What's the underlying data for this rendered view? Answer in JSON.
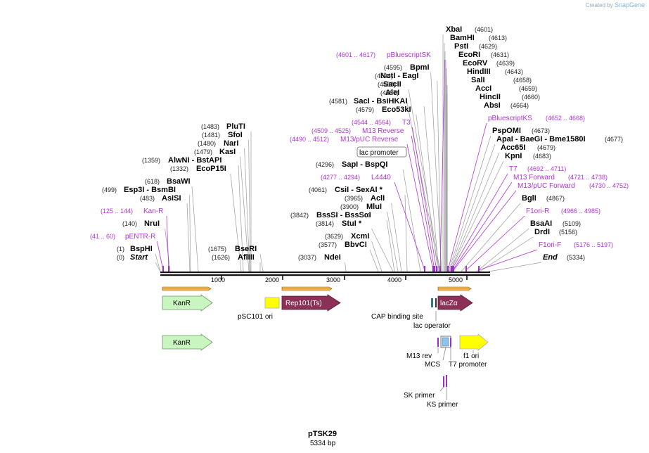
{
  "credit": {
    "text": "Created by",
    "brand": "SnapGene"
  },
  "plasmid": {
    "name": "pTSK29",
    "length": "5334 bp"
  },
  "axis": {
    "ticks": [
      "1000",
      "2000",
      "3000",
      "4000",
      "5000"
    ]
  },
  "enzymes": [
    {
      "name": "XbaI",
      "pos": "(4601)"
    },
    {
      "name": "BamHI",
      "pos": "(4613)"
    },
    {
      "name": "PstI",
      "pos": "(4629)"
    },
    {
      "name": "EcoRI",
      "pos": "(4631)"
    },
    {
      "name": "EcoRV",
      "pos": "(4639)"
    },
    {
      "name": "HindIII",
      "pos": "(4643)"
    },
    {
      "name": "SalI",
      "pos": "(4658)"
    },
    {
      "name": "AccI",
      "pos": "(4659)"
    },
    {
      "name": "HincII",
      "pos": "(4660)"
    },
    {
      "name": "AbsI",
      "pos": "(4664)"
    },
    {
      "name": "BpmI",
      "pos": "(4595)"
    },
    {
      "name": "NotI  - EagI",
      "pos": "(4594)"
    },
    {
      "name": "SacII",
      "pos": "(4588)"
    },
    {
      "name": "AleI",
      "pos": "(4587)"
    },
    {
      "name": "SacI  - BsiHKAI",
      "pos": "(4581)"
    },
    {
      "name": "Eco53kI",
      "pos": "(4579)"
    },
    {
      "name": "PspOMI",
      "pos": "(4673)"
    },
    {
      "name": "ApaI  - BaeGI  - Bme1580I",
      "pos": "(4677)"
    },
    {
      "name": "Acc65I",
      "pos": "(4679)"
    },
    {
      "name": "KpnI",
      "pos": "(4683)"
    },
    {
      "name": "BglI",
      "pos": "(4867)"
    },
    {
      "name": "BsaAI",
      "pos": "(5109)"
    },
    {
      "name": "DrdI",
      "pos": "(5156)"
    },
    {
      "name": "End",
      "pos": "(5334)"
    },
    {
      "name": "SapI  - BspQI",
      "pos": "(4296)"
    },
    {
      "name": "CsiI  - SexAI *",
      "pos": "(4061)"
    },
    {
      "name": "AclI",
      "pos": "(3965)"
    },
    {
      "name": "MluI",
      "pos": "(3900)"
    },
    {
      "name": "BssSI  - BssSαI",
      "pos": "(3842)"
    },
    {
      "name": "StuI *",
      "pos": "(3814)"
    },
    {
      "name": "XcmI",
      "pos": "(3629)"
    },
    {
      "name": "BbvCI",
      "pos": "(3577)"
    },
    {
      "name": "NdeI",
      "pos": "(3037)"
    },
    {
      "name": "PluTI",
      "pos": "(1483)"
    },
    {
      "name": "SfoI",
      "pos": "(1481)"
    },
    {
      "name": "NarI",
      "pos": "(1480)"
    },
    {
      "name": "KasI",
      "pos": "(1479)"
    },
    {
      "name": "AlwNI  - BstAPI",
      "pos": "(1359)"
    },
    {
      "name": "EcoP15I",
      "pos": "(1332)"
    },
    {
      "name": "BsaWI",
      "pos": "(618)"
    },
    {
      "name": "Esp3I  - BsmBI",
      "pos": "(499)"
    },
    {
      "name": "AsiSI",
      "pos": "(483)"
    },
    {
      "name": "NruI",
      "pos": "(140)"
    },
    {
      "name": "BspHI",
      "pos": "(1)"
    },
    {
      "name": "Start",
      "pos": "(0)"
    },
    {
      "name": "BseRI",
      "pos": "(1675)"
    },
    {
      "name": "AflIII",
      "pos": "(1626)"
    }
  ],
  "primers": [
    {
      "name": "pBluescriptSK",
      "range": "(4601 .. 4617)"
    },
    {
      "name": "T3",
      "range": "(4544 .. 4564)"
    },
    {
      "name": "M13 Reverse",
      "range": "(4509 .. 4525)"
    },
    {
      "name": "M13/pUC Reverse",
      "range": "(4490 .. 4512)"
    },
    {
      "name": "L4440",
      "range": "(4277 .. 4294)"
    },
    {
      "name": "pBluescriptKS",
      "range": "(4652 .. 4668)"
    },
    {
      "name": "T7",
      "range": "(4692 .. 4711)"
    },
    {
      "name": "M13 Forward",
      "range": "(4721 .. 4738)"
    },
    {
      "name": "M13/pUC Forward",
      "range": "(4730 .. 4752)"
    },
    {
      "name": "F1ori-R",
      "range": "(4966 .. 4985)"
    },
    {
      "name": "F1ori-F",
      "range": "(5176 .. 5197)"
    },
    {
      "name": "Kan-R",
      "range": "(125 .. 144)"
    },
    {
      "name": "pENTR-R",
      "range": "(41 .. 60)"
    }
  ],
  "promoter_box": "lac promoter",
  "features": {
    "kanr": "KanR",
    "rep": "Rep101(Ts)",
    "lacz": "lacZα",
    "psc101": "pSC101 ori",
    "cap": "CAP binding site",
    "lacop": "lac operator",
    "kanr2": "KanR",
    "m13rev": "M13 rev",
    "f1ori": "f1 ori",
    "mcs": "MCS",
    "t7prom": "T7 promoter",
    "sk": "SK primer",
    "ks": "KS primer"
  },
  "colors": {
    "primer": "#b133d8",
    "kanr": "#c8f5c0",
    "rep": "#8b3056",
    "ori": "#ffff00",
    "orange": "#e8a030"
  }
}
